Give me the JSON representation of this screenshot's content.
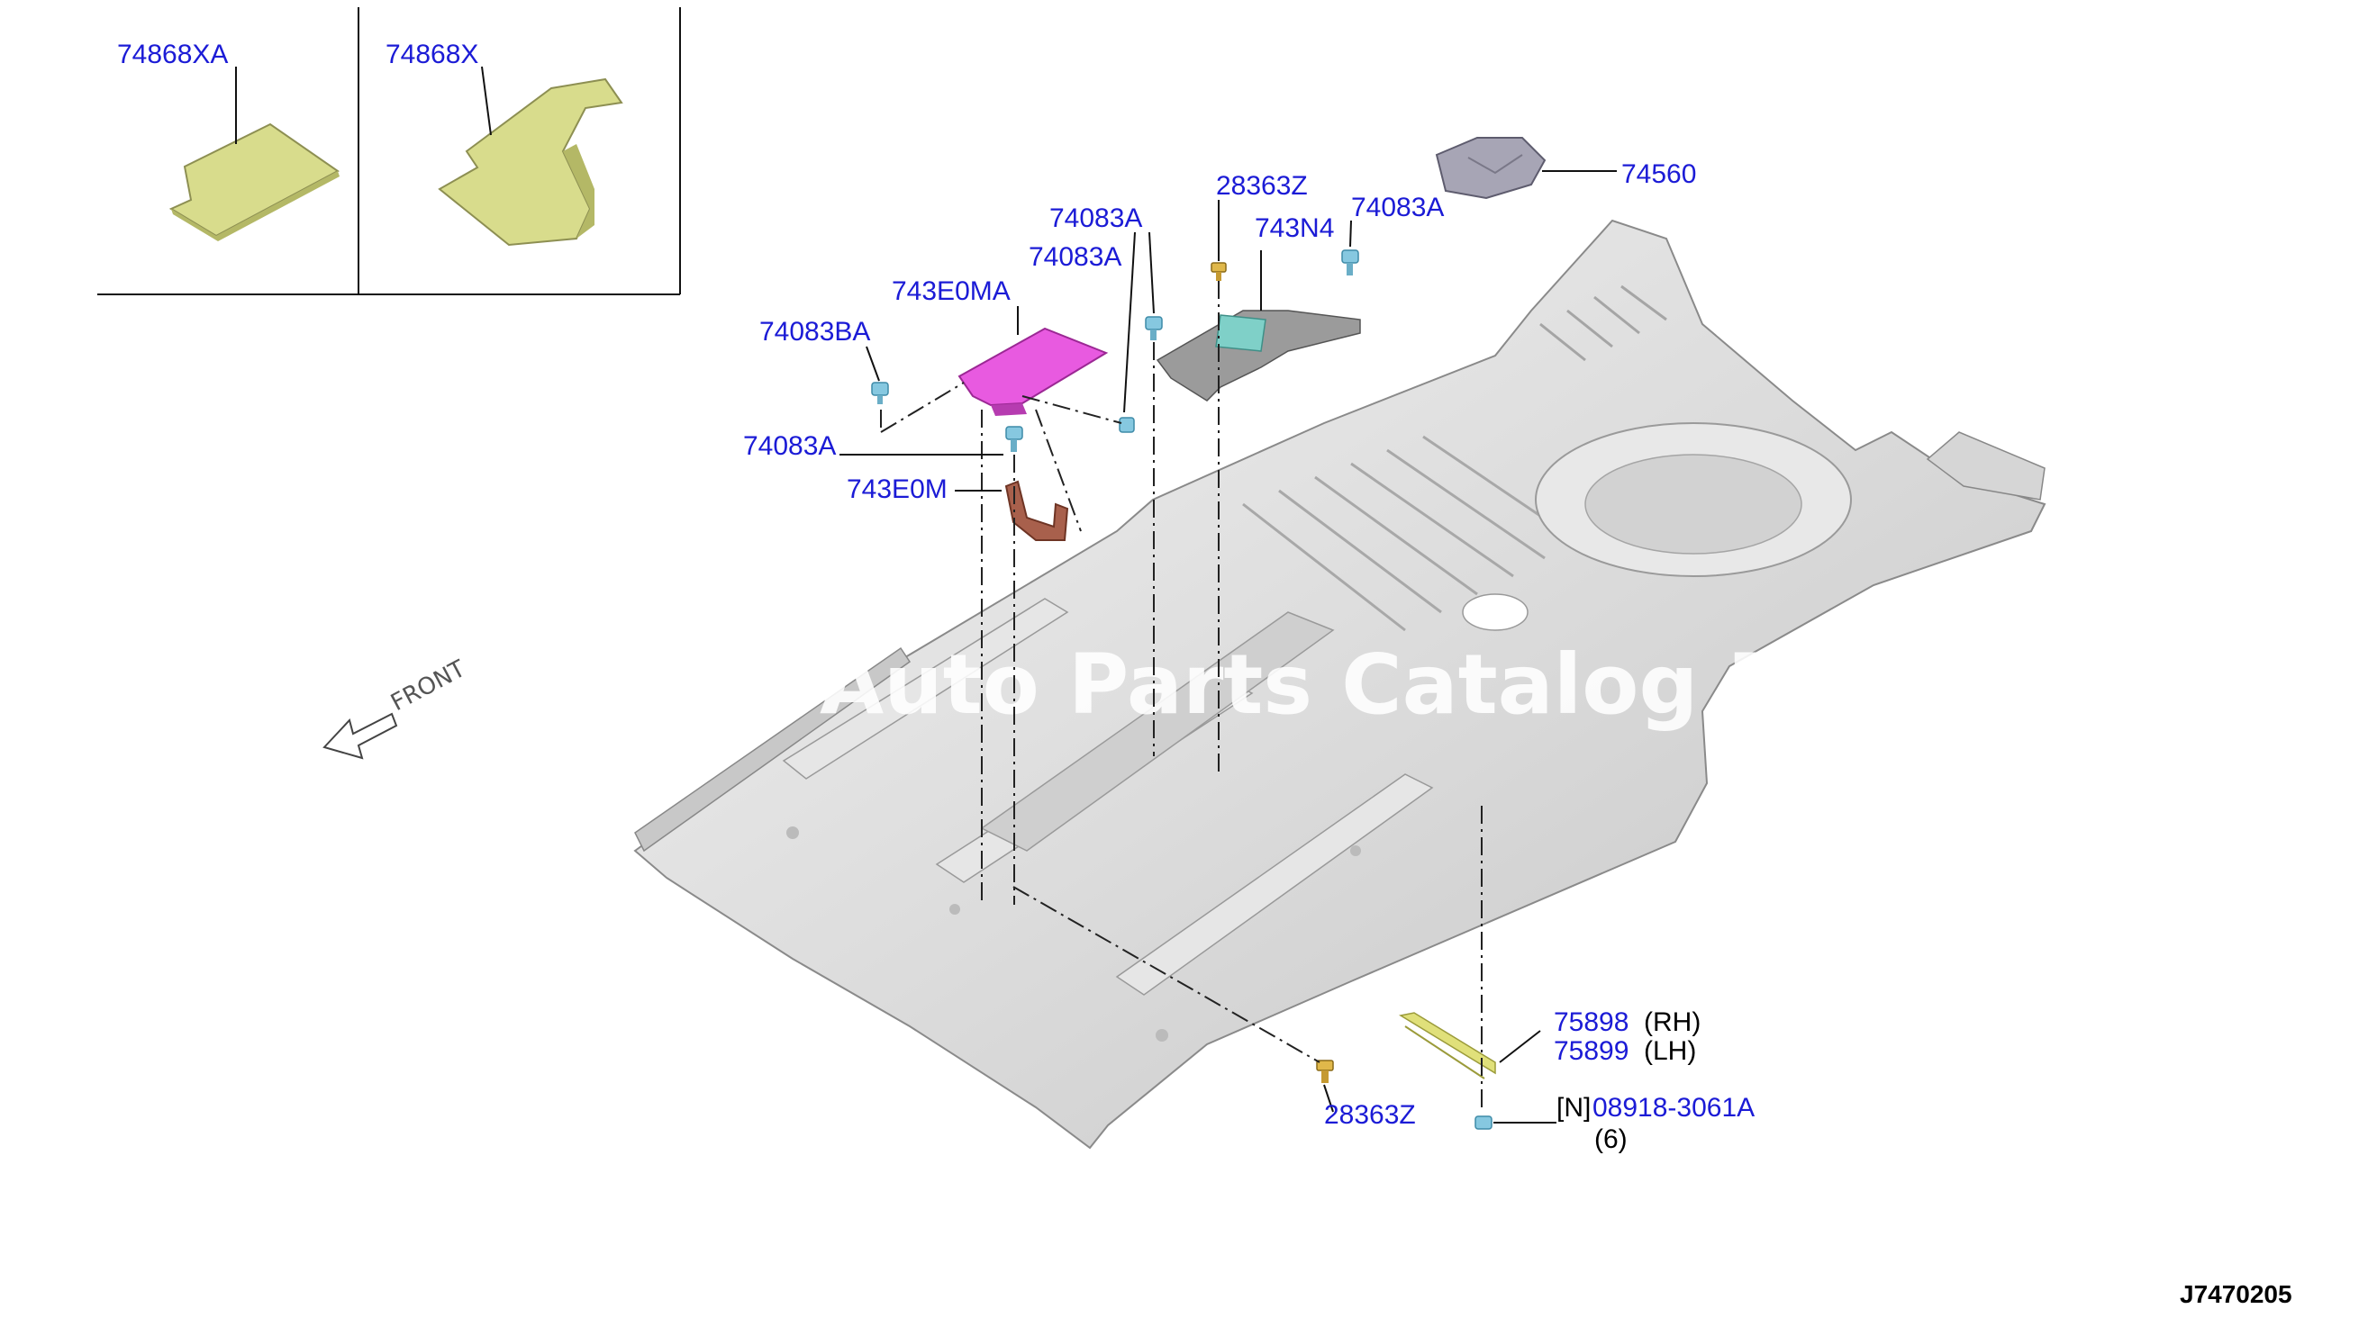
{
  "inset": {
    "left_label": "74868XA",
    "right_label": "74868X"
  },
  "labels": {
    "p74083A_1": "74083A",
    "p74083A_2": "74083A",
    "p74083A_3": "74083A",
    "p74083A_4": "74083A",
    "p74083BA": "74083BA",
    "p743E0MA": "743E0MA",
    "p743E0M": "743E0M",
    "p28363Z_top": "28363Z",
    "p743N4": "743N4",
    "p74560": "74560",
    "p75898": "75898",
    "p75898_side": "(RH)",
    "p75899": "75899",
    "p75899_side": "(LH)",
    "p28363Z_bottom": "28363Z",
    "p08918_prefix": "[N]",
    "p08918": "08918-3061A",
    "p08918_qty": "(6)"
  },
  "front_arrow": "FRONT",
  "watermark": "Auto Parts Catalog PA",
  "diagram_code": "J7470205",
  "colors": {
    "label": "#1b1bd6",
    "floor": "#d9d9d9",
    "insulator": "#d8dc8c",
    "bracket_magenta": "#e85ae0",
    "bracket_brown": "#a8604c",
    "bracket_teal": "#7fd0c8",
    "bolt": "#86c8e0",
    "clip": "#e0b84a",
    "cover": "#a7a5b5"
  }
}
